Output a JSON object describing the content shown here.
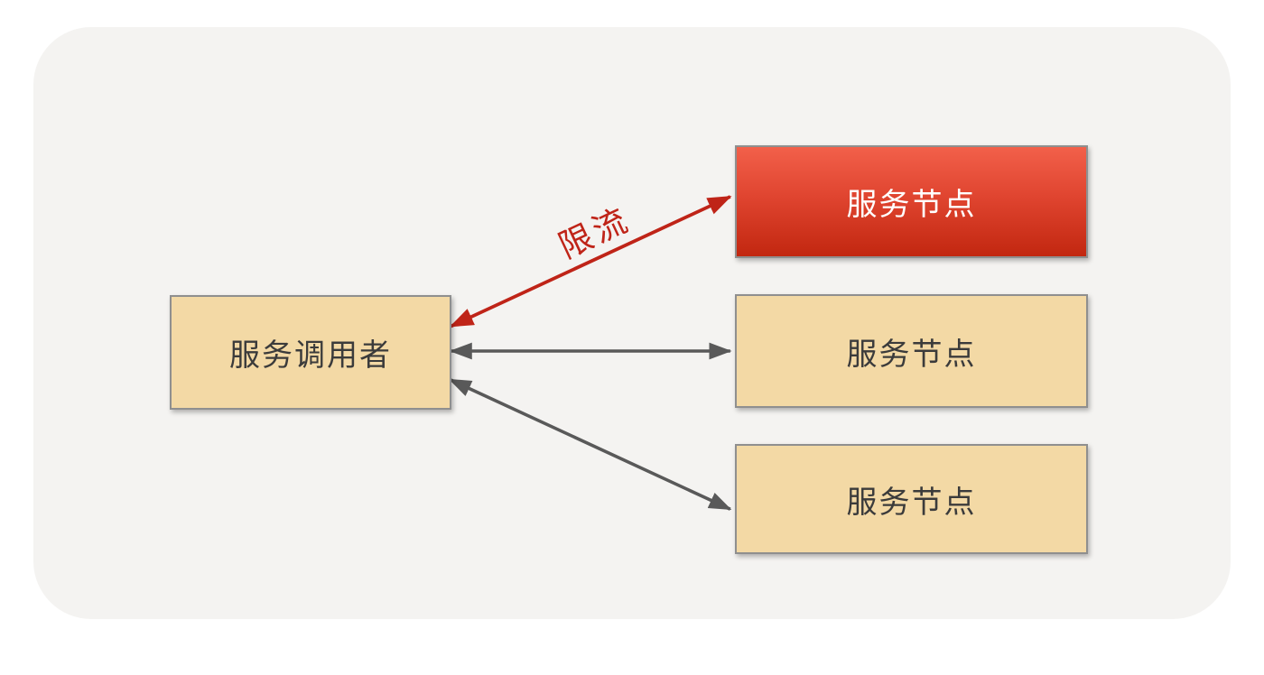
{
  "diagram": {
    "background": {
      "page": "#ffffff",
      "canvas": "#f4f3f1"
    },
    "caller": {
      "label": "服务调用者",
      "fill": "#f3d9a5",
      "border": "#8f8f8f",
      "text_color": "#3b3b3b"
    },
    "nodes": [
      {
        "label": "服务节点",
        "state": "rate-limited",
        "fill_top": "#f2604a",
        "fill_bottom": "#c22710",
        "text_color": "#ffffff"
      },
      {
        "label": "服务节点",
        "state": "normal",
        "fill": "#f3d9a5",
        "text_color": "#3b3b3b"
      },
      {
        "label": "服务节点",
        "state": "normal",
        "fill": "#f3d9a5",
        "text_color": "#3b3b3b"
      }
    ],
    "edges": [
      {
        "from": "service-caller",
        "to": "service-node-1",
        "label": "限流",
        "color": "#bf2418",
        "style": "double-arrow"
      },
      {
        "from": "service-caller",
        "to": "service-node-2",
        "label": "",
        "color": "#595959",
        "style": "double-arrow"
      },
      {
        "from": "service-caller",
        "to": "service-node-3",
        "label": "",
        "color": "#595959",
        "style": "double-arrow"
      }
    ]
  }
}
